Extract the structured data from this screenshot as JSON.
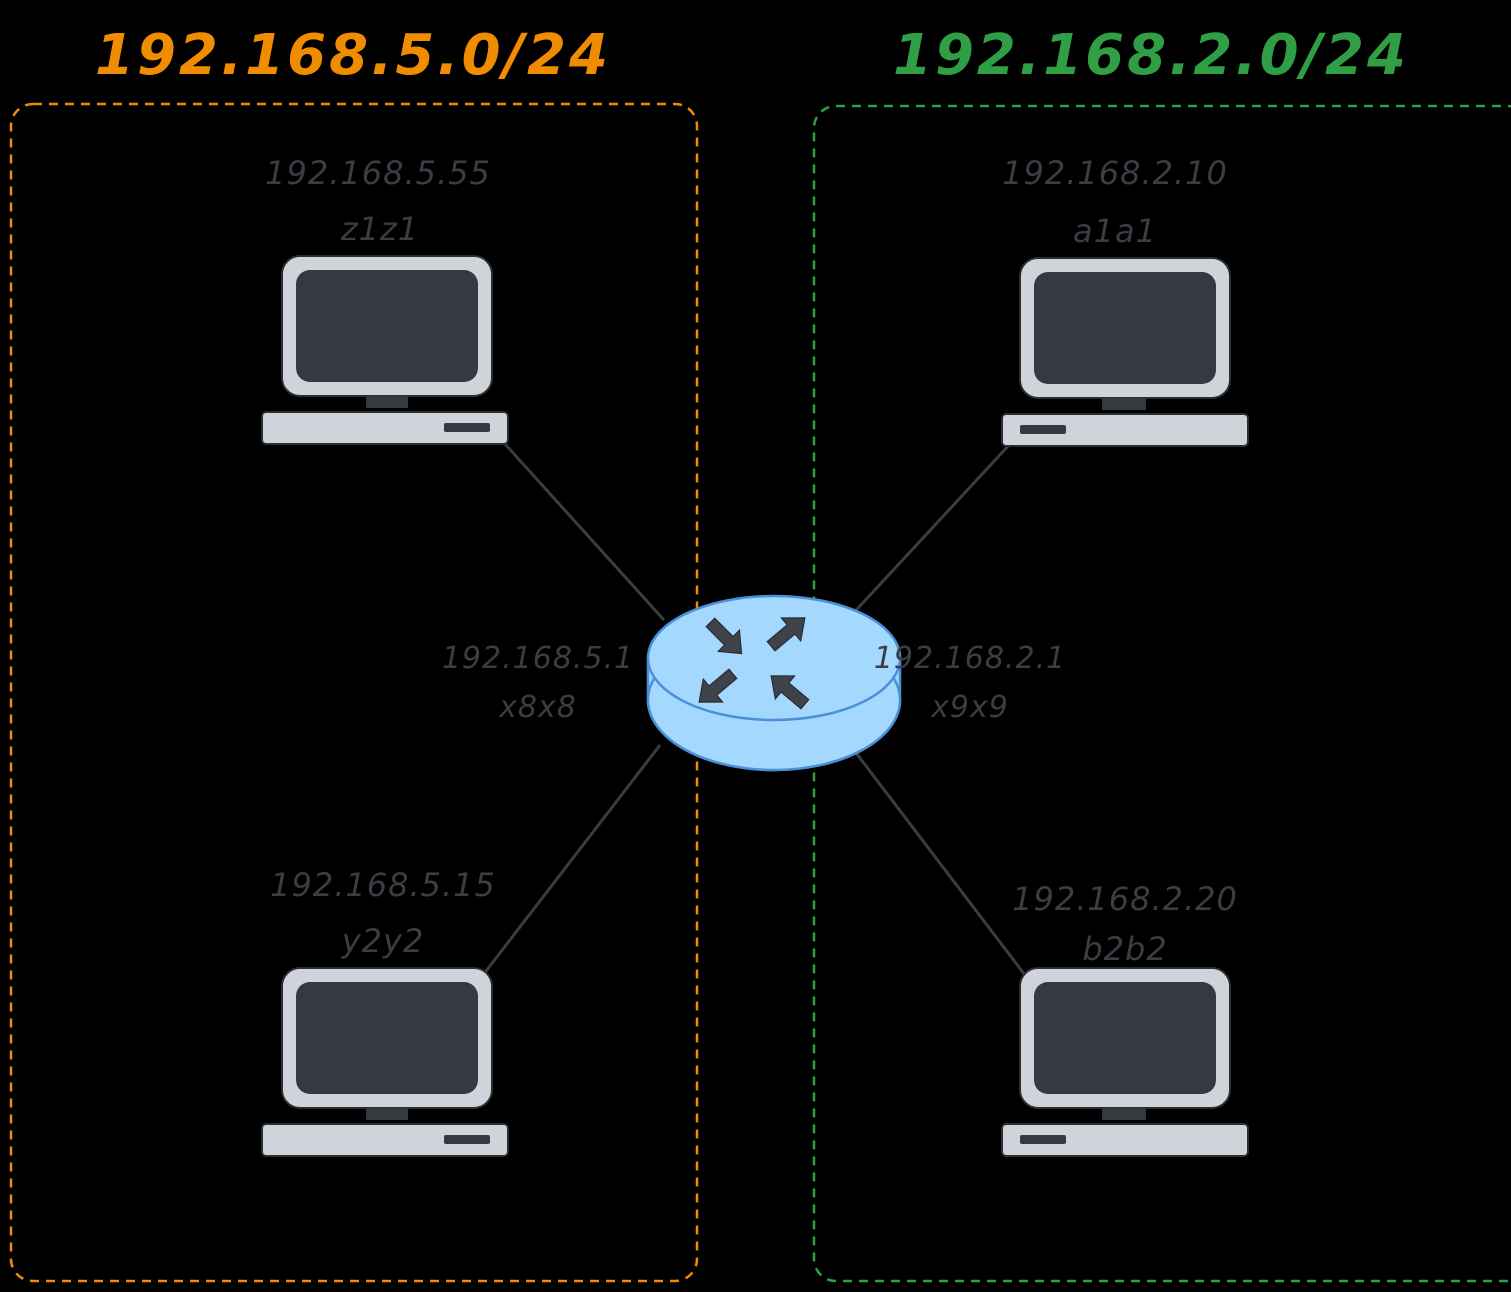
{
  "colors": {
    "background": "#000000",
    "subnet_left": "#f08c00",
    "subnet_right": "#2f9e44",
    "computer_frame": "#ced4da",
    "computer_screen": "#343a40",
    "router_fill": "#a5d8ff",
    "router_stroke": "#4a90d9",
    "label_text": "#3b3d44"
  },
  "subnets": {
    "left": {
      "title": "192.168.5.0/24"
    },
    "right": {
      "title": "192.168.2.0/24"
    }
  },
  "hosts": {
    "z1z1": {
      "ip": "192.168.5.55",
      "name": "z1z1",
      "icon": "computer-icon"
    },
    "y2y2": {
      "ip": "192.168.5.15",
      "name": "y2y2",
      "icon": "computer-icon"
    },
    "a1a1": {
      "ip": "192.168.2.10",
      "name": "a1a1",
      "icon": "computer-icon"
    },
    "b2b2": {
      "ip": "192.168.2.20",
      "name": "b2b2",
      "icon": "computer-icon"
    }
  },
  "router": {
    "icon": "router-icon",
    "interfaces": {
      "left": {
        "ip": "192.168.5.1",
        "name": "x8x8"
      },
      "right": {
        "ip": "192.168.2.1",
        "name": "x9x9"
      }
    }
  }
}
